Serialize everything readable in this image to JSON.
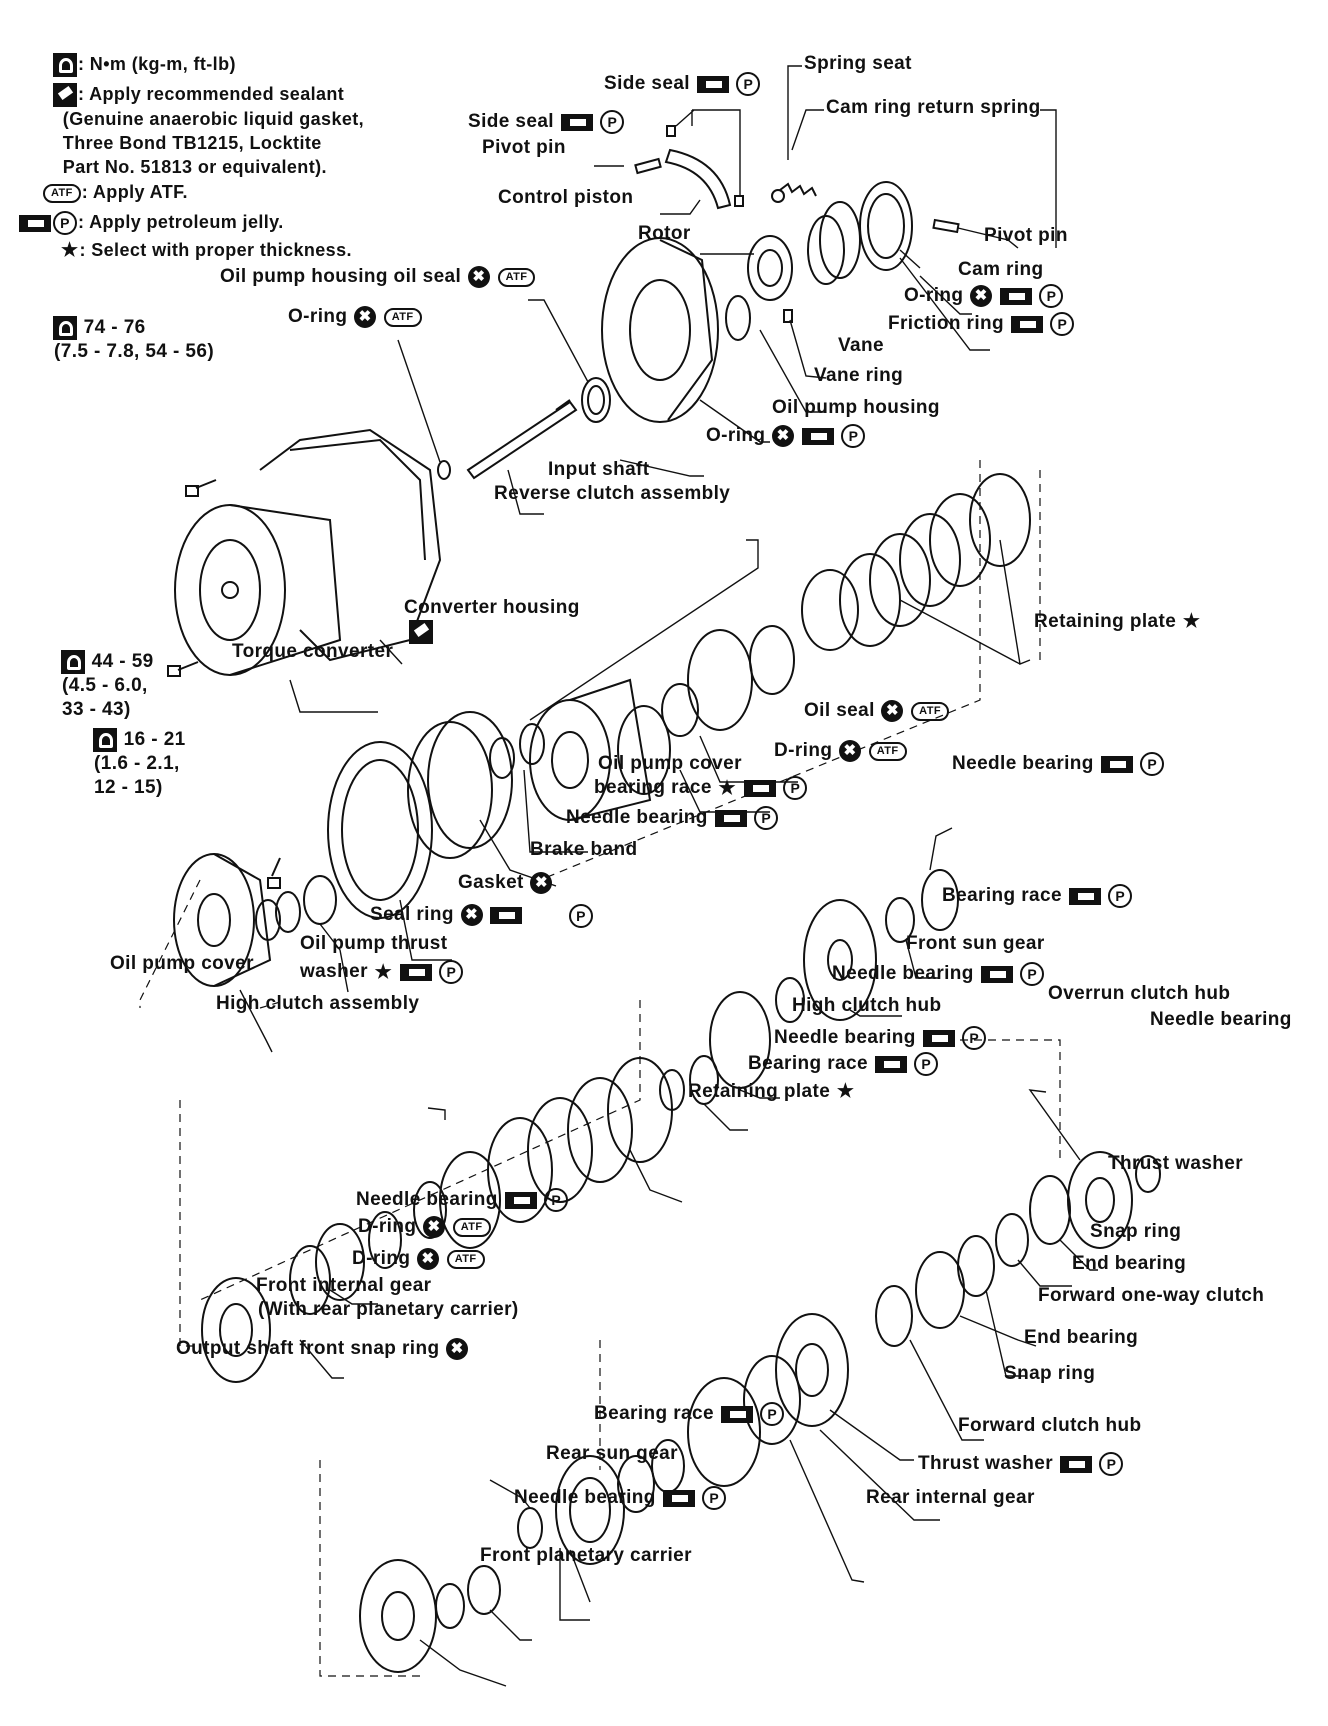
{
  "legend": [
    {
      "sym": "torque",
      "text": ": N•m (kg-m, ft-lb)"
    },
    {
      "sym": "sealant",
      "text": ": Apply recommended sealant\n  (Genuine anaerobic liquid gasket,\n  Three Bond TB1215, Locktite\n  Part No. 51813 or equivalent)."
    },
    {
      "sym": "atf",
      "text": ": Apply ATF."
    },
    {
      "sym": "jelly",
      "text": ": Apply petroleum jelly."
    },
    {
      "sym": "star",
      "text": ": Select with proper thickness."
    }
  ],
  "symbols": {
    "atf": "ATF",
    "p": "P",
    "x": "✖",
    "star": "★"
  },
  "torque_specs": [
    {
      "range": "74 - 76",
      "lines": [
        "(7.5 - 7.8, 54 - 56)"
      ]
    },
    {
      "range": "44 - 59",
      "lines": [
        "(4.5 - 6.0,",
        "33 - 43)"
      ]
    },
    {
      "range": "16 - 21",
      "lines": [
        "(1.6 - 2.1,",
        "12 - 15)"
      ]
    }
  ],
  "labels": [
    {
      "text": "Side seal",
      "syms": [
        "jelly",
        "p"
      ]
    },
    {
      "text": "Spring seat",
      "syms": []
    },
    {
      "text": "Side seal",
      "syms": [
        "jelly",
        "p"
      ]
    },
    {
      "text": "Cam ring return spring",
      "syms": []
    },
    {
      "text": "Pivot pin",
      "syms": []
    },
    {
      "text": "Control piston",
      "syms": []
    },
    {
      "text": "Pivot pin",
      "syms": []
    },
    {
      "text": "Rotor",
      "syms": []
    },
    {
      "text": "Cam ring",
      "syms": []
    },
    {
      "text": "Oil pump housing oil seal",
      "syms": [
        "x",
        "atf"
      ]
    },
    {
      "text": "O-ring",
      "syms": [
        "x",
        "jelly",
        "p"
      ]
    },
    {
      "text": "O-ring",
      "syms": [
        "x",
        "atf"
      ]
    },
    {
      "text": "Friction ring",
      "syms": [
        "jelly",
        "p"
      ]
    },
    {
      "text": "Vane",
      "syms": []
    },
    {
      "text": "Vane ring",
      "syms": []
    },
    {
      "text": "Oil pump housing",
      "syms": []
    },
    {
      "text": "O-ring",
      "syms": [
        "x",
        "jelly",
        "p"
      ]
    },
    {
      "text": "Input shaft",
      "syms": []
    },
    {
      "text": "Reverse clutch assembly",
      "syms": []
    },
    {
      "text": "Converter housing",
      "syms": []
    },
    {
      "text": "Retaining plate",
      "syms": [
        "star"
      ]
    },
    {
      "text": "Torque converter",
      "syms": []
    },
    {
      "text": "Oil seal",
      "syms": [
        "x",
        "atf"
      ]
    },
    {
      "text": "Oil pump cover",
      "syms": []
    },
    {
      "text": "D-ring",
      "syms": [
        "x",
        "atf"
      ]
    },
    {
      "text": "bearing race",
      "syms": [
        "star",
        "jelly",
        "p"
      ]
    },
    {
      "text": "Needle bearing",
      "syms": [
        "jelly",
        "p"
      ]
    },
    {
      "text": "Needle bearing",
      "syms": [
        "jelly",
        "p"
      ]
    },
    {
      "text": "Brake band",
      "syms": []
    },
    {
      "text": "Bearing race",
      "syms": [
        "jelly",
        "p"
      ]
    },
    {
      "text": "Gasket",
      "syms": [
        "x"
      ]
    },
    {
      "text": "Front sun gear",
      "syms": []
    },
    {
      "text": "Seal ring",
      "syms": [
        "x",
        "jelly"
      ]
    },
    {
      "text": "Oil pump thrust",
      "syms": []
    },
    {
      "text": "Needle bearing",
      "syms": [
        "jelly",
        "p"
      ]
    },
    {
      "text": "washer",
      "syms": [
        "star",
        "jelly",
        "p"
      ]
    },
    {
      "text": "Oil pump cover",
      "syms": []
    },
    {
      "text": "Overrun clutch hub",
      "syms": []
    },
    {
      "text": "High clutch assembly",
      "syms": []
    },
    {
      "text": "High clutch hub",
      "syms": []
    },
    {
      "text": "Needle bearing",
      "syms": []
    },
    {
      "text": "Needle bearing",
      "syms": [
        "jelly",
        "p"
      ]
    },
    {
      "text": "Bearing race",
      "syms": [
        "jelly",
        "p"
      ]
    },
    {
      "text": "Retaining plate",
      "syms": [
        "star"
      ]
    },
    {
      "text": "Thrust washer",
      "syms": []
    },
    {
      "text": "Needle bearing",
      "syms": [
        "jelly",
        "p"
      ]
    },
    {
      "text": "Snap ring",
      "syms": []
    },
    {
      "text": "D-ring",
      "syms": [
        "x",
        "atf"
      ]
    },
    {
      "text": "End bearing",
      "syms": []
    },
    {
      "text": "D-ring",
      "syms": [
        "x",
        "atf"
      ]
    },
    {
      "text": "Front internal gear",
      "syms": []
    },
    {
      "text": "Forward one-way clutch",
      "syms": []
    },
    {
      "text": "(With rear planetary carrier)",
      "syms": []
    },
    {
      "text": "End bearing",
      "syms": []
    },
    {
      "text": "Output shaft front snap ring",
      "syms": [
        "x"
      ]
    },
    {
      "text": "Snap ring",
      "syms": []
    },
    {
      "text": "Bearing race",
      "syms": [
        "jelly",
        "p"
      ]
    },
    {
      "text": "Forward clutch hub",
      "syms": []
    },
    {
      "text": "Rear sun gear",
      "syms": []
    },
    {
      "text": "Thrust washer",
      "syms": [
        "jelly",
        "p"
      ]
    },
    {
      "text": "Needle bearing",
      "syms": [
        "jelly",
        "p"
      ]
    },
    {
      "text": "Rear internal gear",
      "syms": []
    },
    {
      "text": "Front planetary carrier",
      "syms": []
    }
  ]
}
